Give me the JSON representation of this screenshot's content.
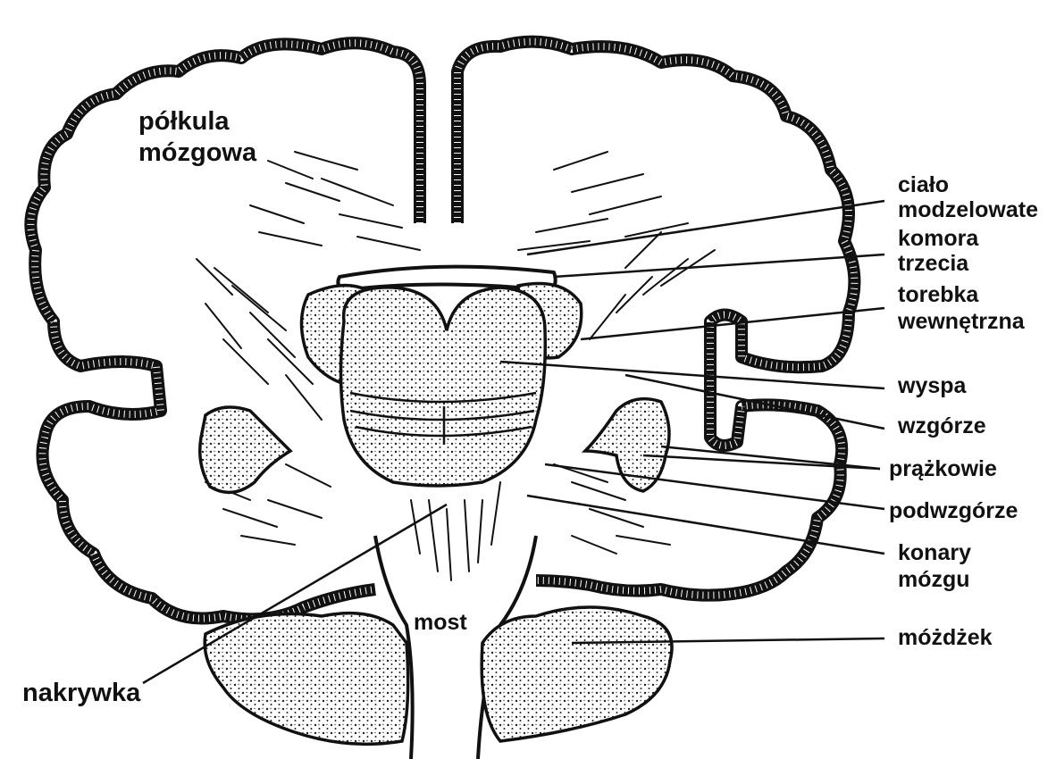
{
  "labels": {
    "hemisphere_line1": "półkula",
    "hemisphere_line2": "mózgowa",
    "corpus_line1": "ciało",
    "corpus_line2": "modzelowate",
    "ventricle_line1": "komora",
    "ventricle_line2": "trzecia",
    "capsule_line1": "torebka",
    "capsule_line2": "wewnętrzna",
    "insula": "wyspa",
    "thalamus": "wzgórze",
    "striatum": "prążkowie",
    "hypothalamus": "podwzgórze",
    "peduncles_line1": "konary",
    "peduncles_line2": "mózgu",
    "cerebellum": "móżdżek",
    "pons": "most",
    "tegmentum": "nakrywka"
  }
}
